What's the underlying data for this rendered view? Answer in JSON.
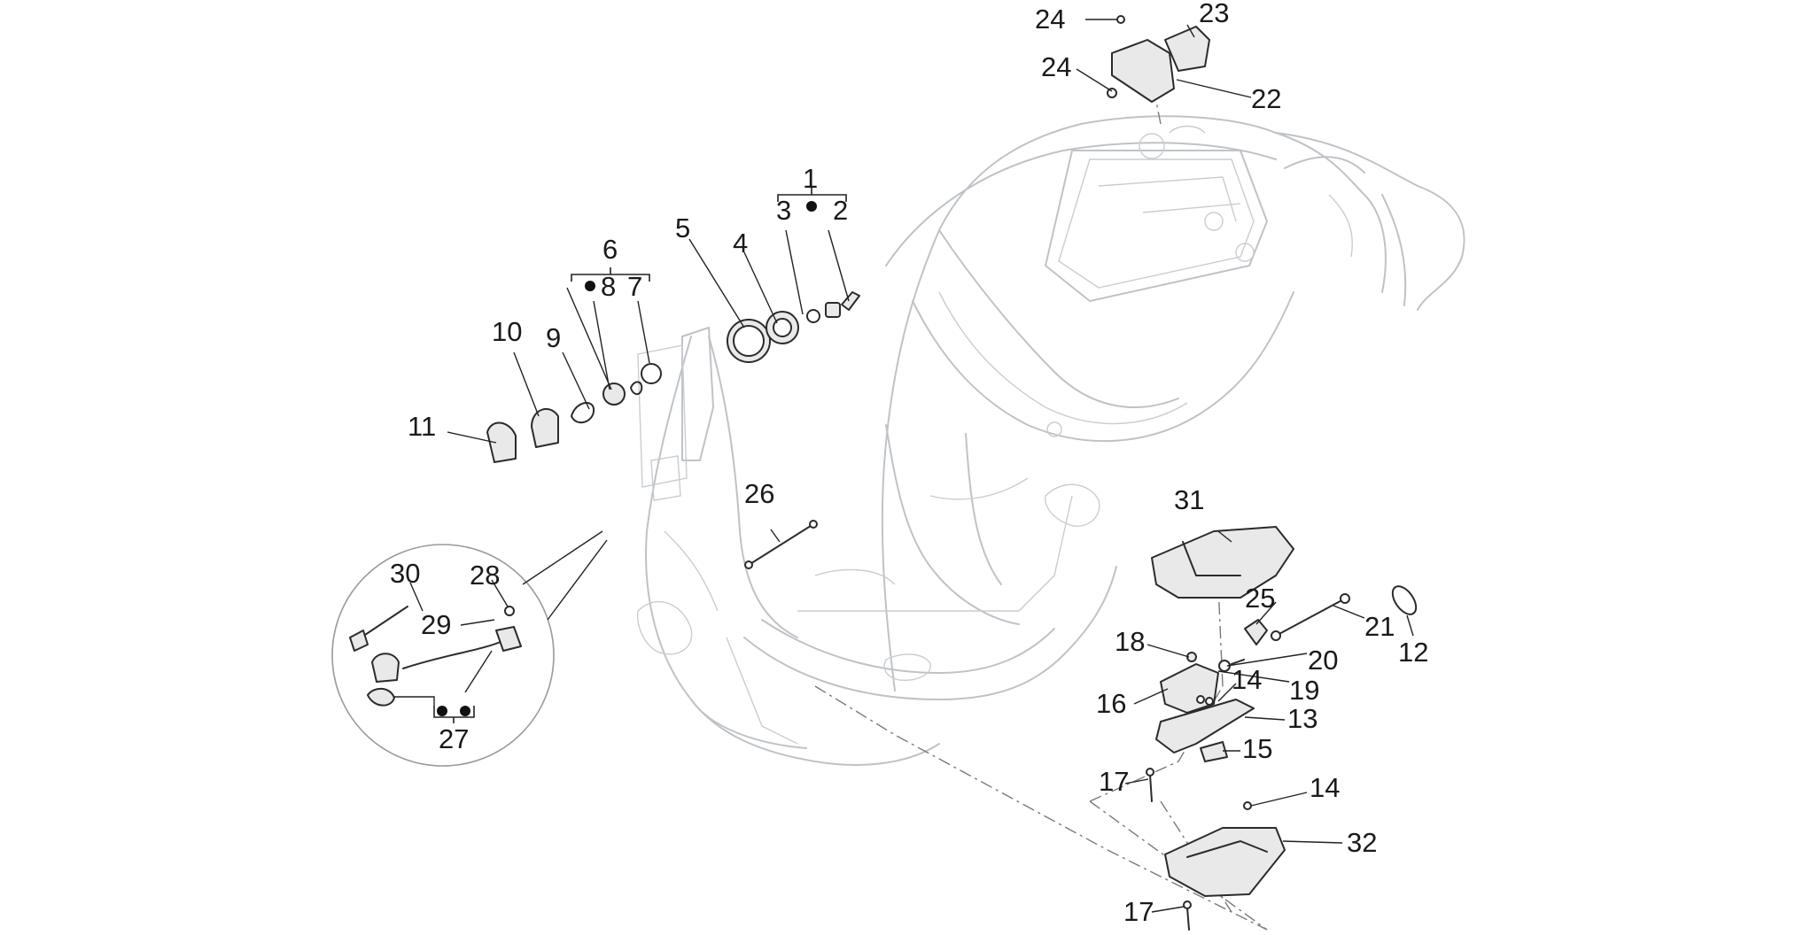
{
  "diagram": {
    "callouts": {
      "c1": "1",
      "c2": "2",
      "c3": "3",
      "c4": "4",
      "c5": "5",
      "c6": "6",
      "c7": "7",
      "c8": "8",
      "c9": "9",
      "c10": "10",
      "c11": "11",
      "c12": "12",
      "c13": "13",
      "c14a": "14",
      "c14b": "14",
      "c15": "15",
      "c16": "16",
      "c17a": "17",
      "c17b": "17",
      "c18": "18",
      "c19": "19",
      "c20": "20",
      "c21": "21",
      "c22": "22",
      "c23": "23",
      "c24a": "24",
      "c24b": "24",
      "c25": "25",
      "c26": "26",
      "c27": "27",
      "c28": "28",
      "c29": "29",
      "c30": "30",
      "c31": "31",
      "c32": "32"
    },
    "colors": {
      "frame_stroke": "#bfc3c7",
      "part_stroke": "#2b2b2b",
      "label_text": "#1a1a1a",
      "background": "#ffffff"
    }
  }
}
